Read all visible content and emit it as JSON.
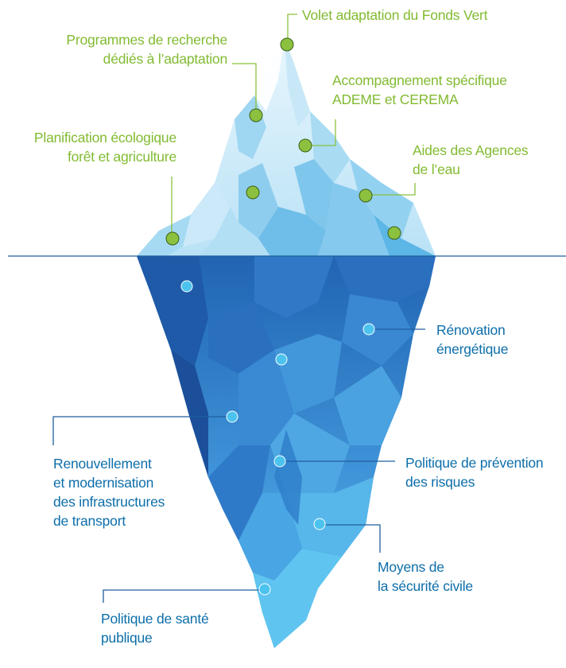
{
  "colors": {
    "above_label": "#82bb32",
    "below_label": "#0d6eaa",
    "above_marker": "#8bc13f",
    "below_marker": "#4cc3ee",
    "waterline": "#1f5f9e"
  },
  "above_water": [
    {
      "line1": "Volet adaptation du Fonds Vert",
      "line2": ""
    },
    {
      "line1": "Programmes de recherche",
      "line2": "dédiés à l’adaptation"
    },
    {
      "line1": "Accompagnement spécifique",
      "line2": "ADEME et CEREMA"
    },
    {
      "line1": "Planification écologique",
      "line2": "forêt et agriculture"
    },
    {
      "line1": "Aides des Agences",
      "line2": "de l’eau"
    }
  ],
  "below_water": [
    {
      "line1": "Rénovation",
      "line2": "énergétique"
    },
    {
      "line1": "Renouvellement",
      "line2": "et modernisation",
      "line3": "des infrastructures",
      "line4": "de transport"
    },
    {
      "line1": "Politique de prévention",
      "line2": "des risques"
    },
    {
      "line1": "Moyens de",
      "line2": "la sécurité civile"
    },
    {
      "line1": "Politique de santé",
      "line2": "publique"
    }
  ]
}
